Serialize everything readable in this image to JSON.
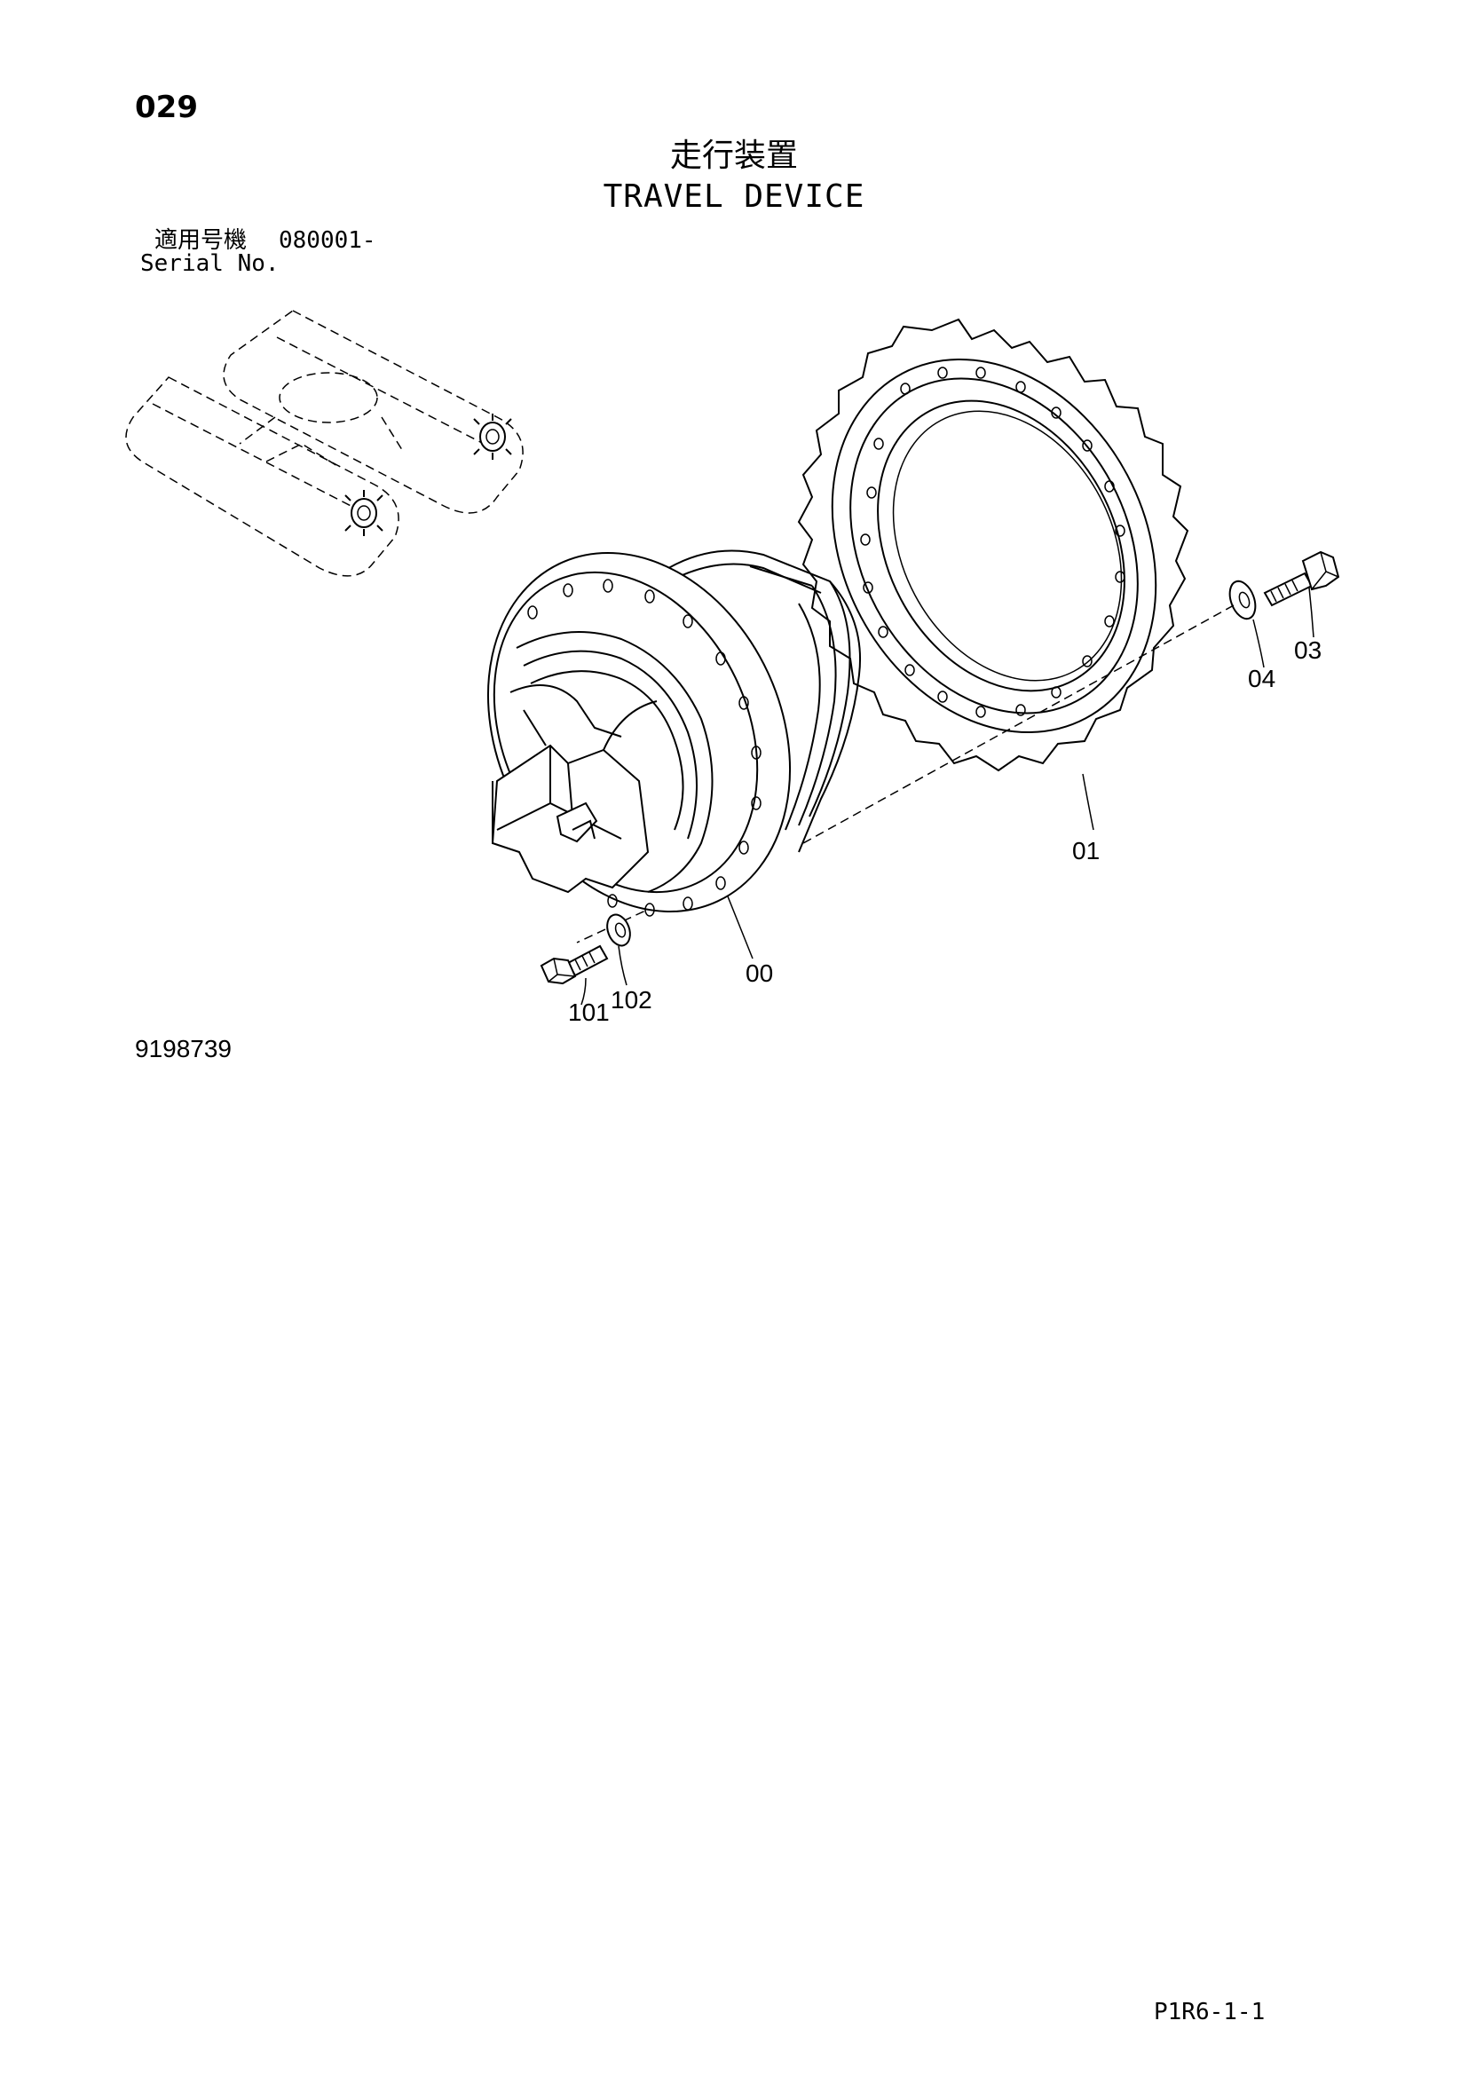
{
  "header": {
    "page_number": "029",
    "title_jp": "走行装置",
    "title_en": "TRAVEL DEVICE",
    "serial_label_jp": "適用号機",
    "serial_range": "080001-",
    "serial_label_en": "Serial No."
  },
  "callouts": {
    "p00": "00",
    "p01": "01",
    "p03": "03",
    "p04": "04",
    "p101": "101",
    "p102": "102"
  },
  "footer": {
    "drawing_number": "9198739",
    "page_code": "P1R6-1-1"
  }
}
